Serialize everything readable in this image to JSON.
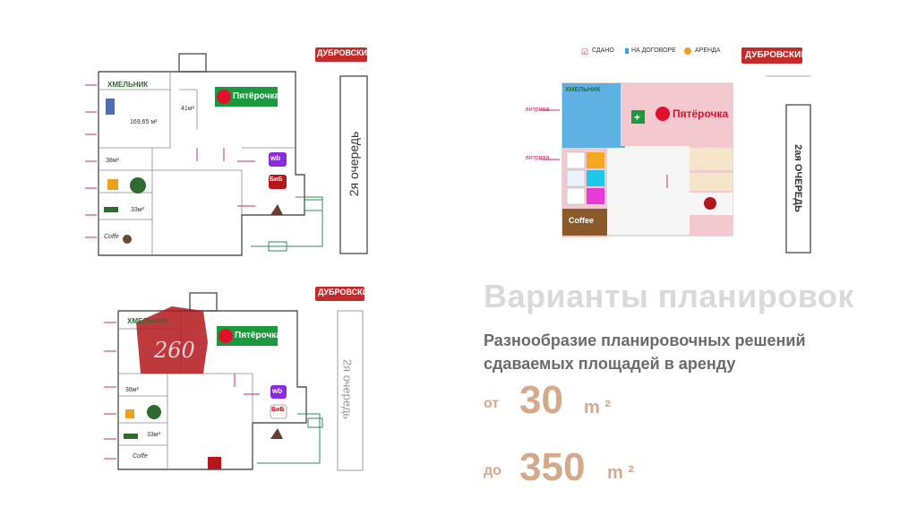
{
  "plan1": {
    "brand_mark": "ДУБРОВСКИЙ",
    "store_left": "ХМЕЛЬНИК",
    "store_main": "Пятёрочка",
    "area_main": "169,65 м²",
    "area_small": "41м²",
    "area_38": "38м²",
    "area_33": "33м²",
    "coffee": "Coffe",
    "wb": "wb",
    "bb": "БиБ",
    "queue": "2я очередь"
  },
  "plan2": {
    "legend_rented": "СДАНО",
    "legend_contract": "НА ДОГОВОРЕ",
    "legend_lease": "АРЕНДА",
    "brand_mark": "ДУБРОВСКИЙ",
    "store_left": "ХМЕЛЬНИК",
    "store_main": "Пятёрочка",
    "vitrina1": "витрина",
    "vitrina2": "витрина",
    "coffee": "Coffee",
    "queue": "2ая ОЧЕРЕДЬ"
  },
  "plan3": {
    "brand_mark": "ДУБРОВСКИЙ",
    "store_left": "ХМЕЛЬНИК",
    "store_main": "Пятёрочка",
    "handwritten": "260",
    "area_38": "38м²",
    "area_33": "33м²",
    "coffee": "Coffe",
    "wb": "wb",
    "bb": "БиБ",
    "queue": "2я очередь"
  },
  "info": {
    "title": "Варианты планировок",
    "subtitle_line1": "Разнообразие планировочных решений",
    "subtitle_line2": "сдаваемых площадей в аренду",
    "from_label": "от",
    "from_value": "30",
    "from_unit": "m ²",
    "to_label": "до",
    "to_value": "350",
    "to_unit": "m ²"
  },
  "colors": {
    "accent": "#d3a98a",
    "title_gray": "#d9d9d9",
    "subtitle_gray": "#6b6b6b",
    "green_store": "#1a9a3c",
    "red_highlight": "#b3161b",
    "blue_zone": "#3aa0e0",
    "pink_zone": "#f3c9cf"
  }
}
